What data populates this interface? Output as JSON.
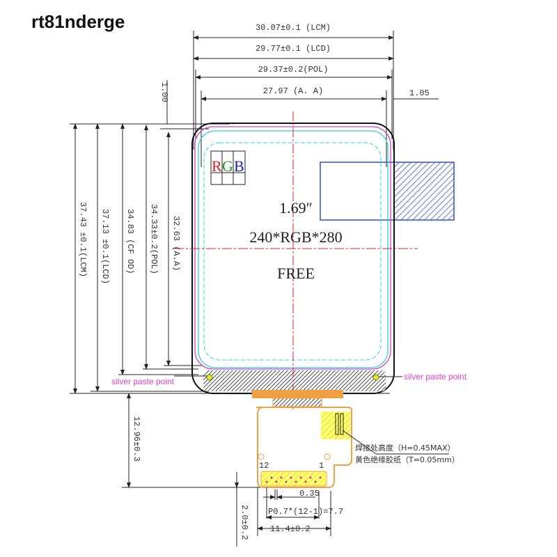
{
  "watermark": "rt81nderge",
  "display": {
    "size": "1.69″",
    "resolution": "240*RGB*280",
    "type": "FREE",
    "rgb": [
      "R",
      "G",
      "B"
    ]
  },
  "dimensions": {
    "top": {
      "lcm": "30.07±0.1 (LCM)",
      "lcd": "29.77±0.1 (LCD)",
      "pol": "29.37±0.2(POL)",
      "aa": "27.97 (A. A)",
      "right_gap": "1.05",
      "top_gap": "1.00"
    },
    "left": {
      "lcm": "37.43 ±0.1(LCM)",
      "lcd": "37.13 ±0.1(LCD)",
      "cf": "34.83 (CF OD)",
      "pol": "34.33±0.2(POL)",
      "aa": "32.63 (A.A)"
    },
    "fpc": {
      "length": "12.96±0.3",
      "tail": "2.0±0.2",
      "pin_width": "0.35",
      "pitch": "P0.7*(12-1)=7.7",
      "width": "11.4±0.2",
      "pin_left": "12",
      "pin_right": "1"
    }
  },
  "annotations": {
    "silver_left": "silver paste point",
    "silver_right": "silver paste point",
    "solder_height": "焊接处高度（H=0.45MAX）",
    "tape": "黄色绝缘胶纸（T=0.05mm）"
  },
  "colors": {
    "red": "#e02020",
    "green": "#1a9a1a",
    "blue": "#1a1ad0",
    "orange": "#f0a040",
    "cyan": "#30d0e0",
    "magenta": "#d040d0"
  }
}
